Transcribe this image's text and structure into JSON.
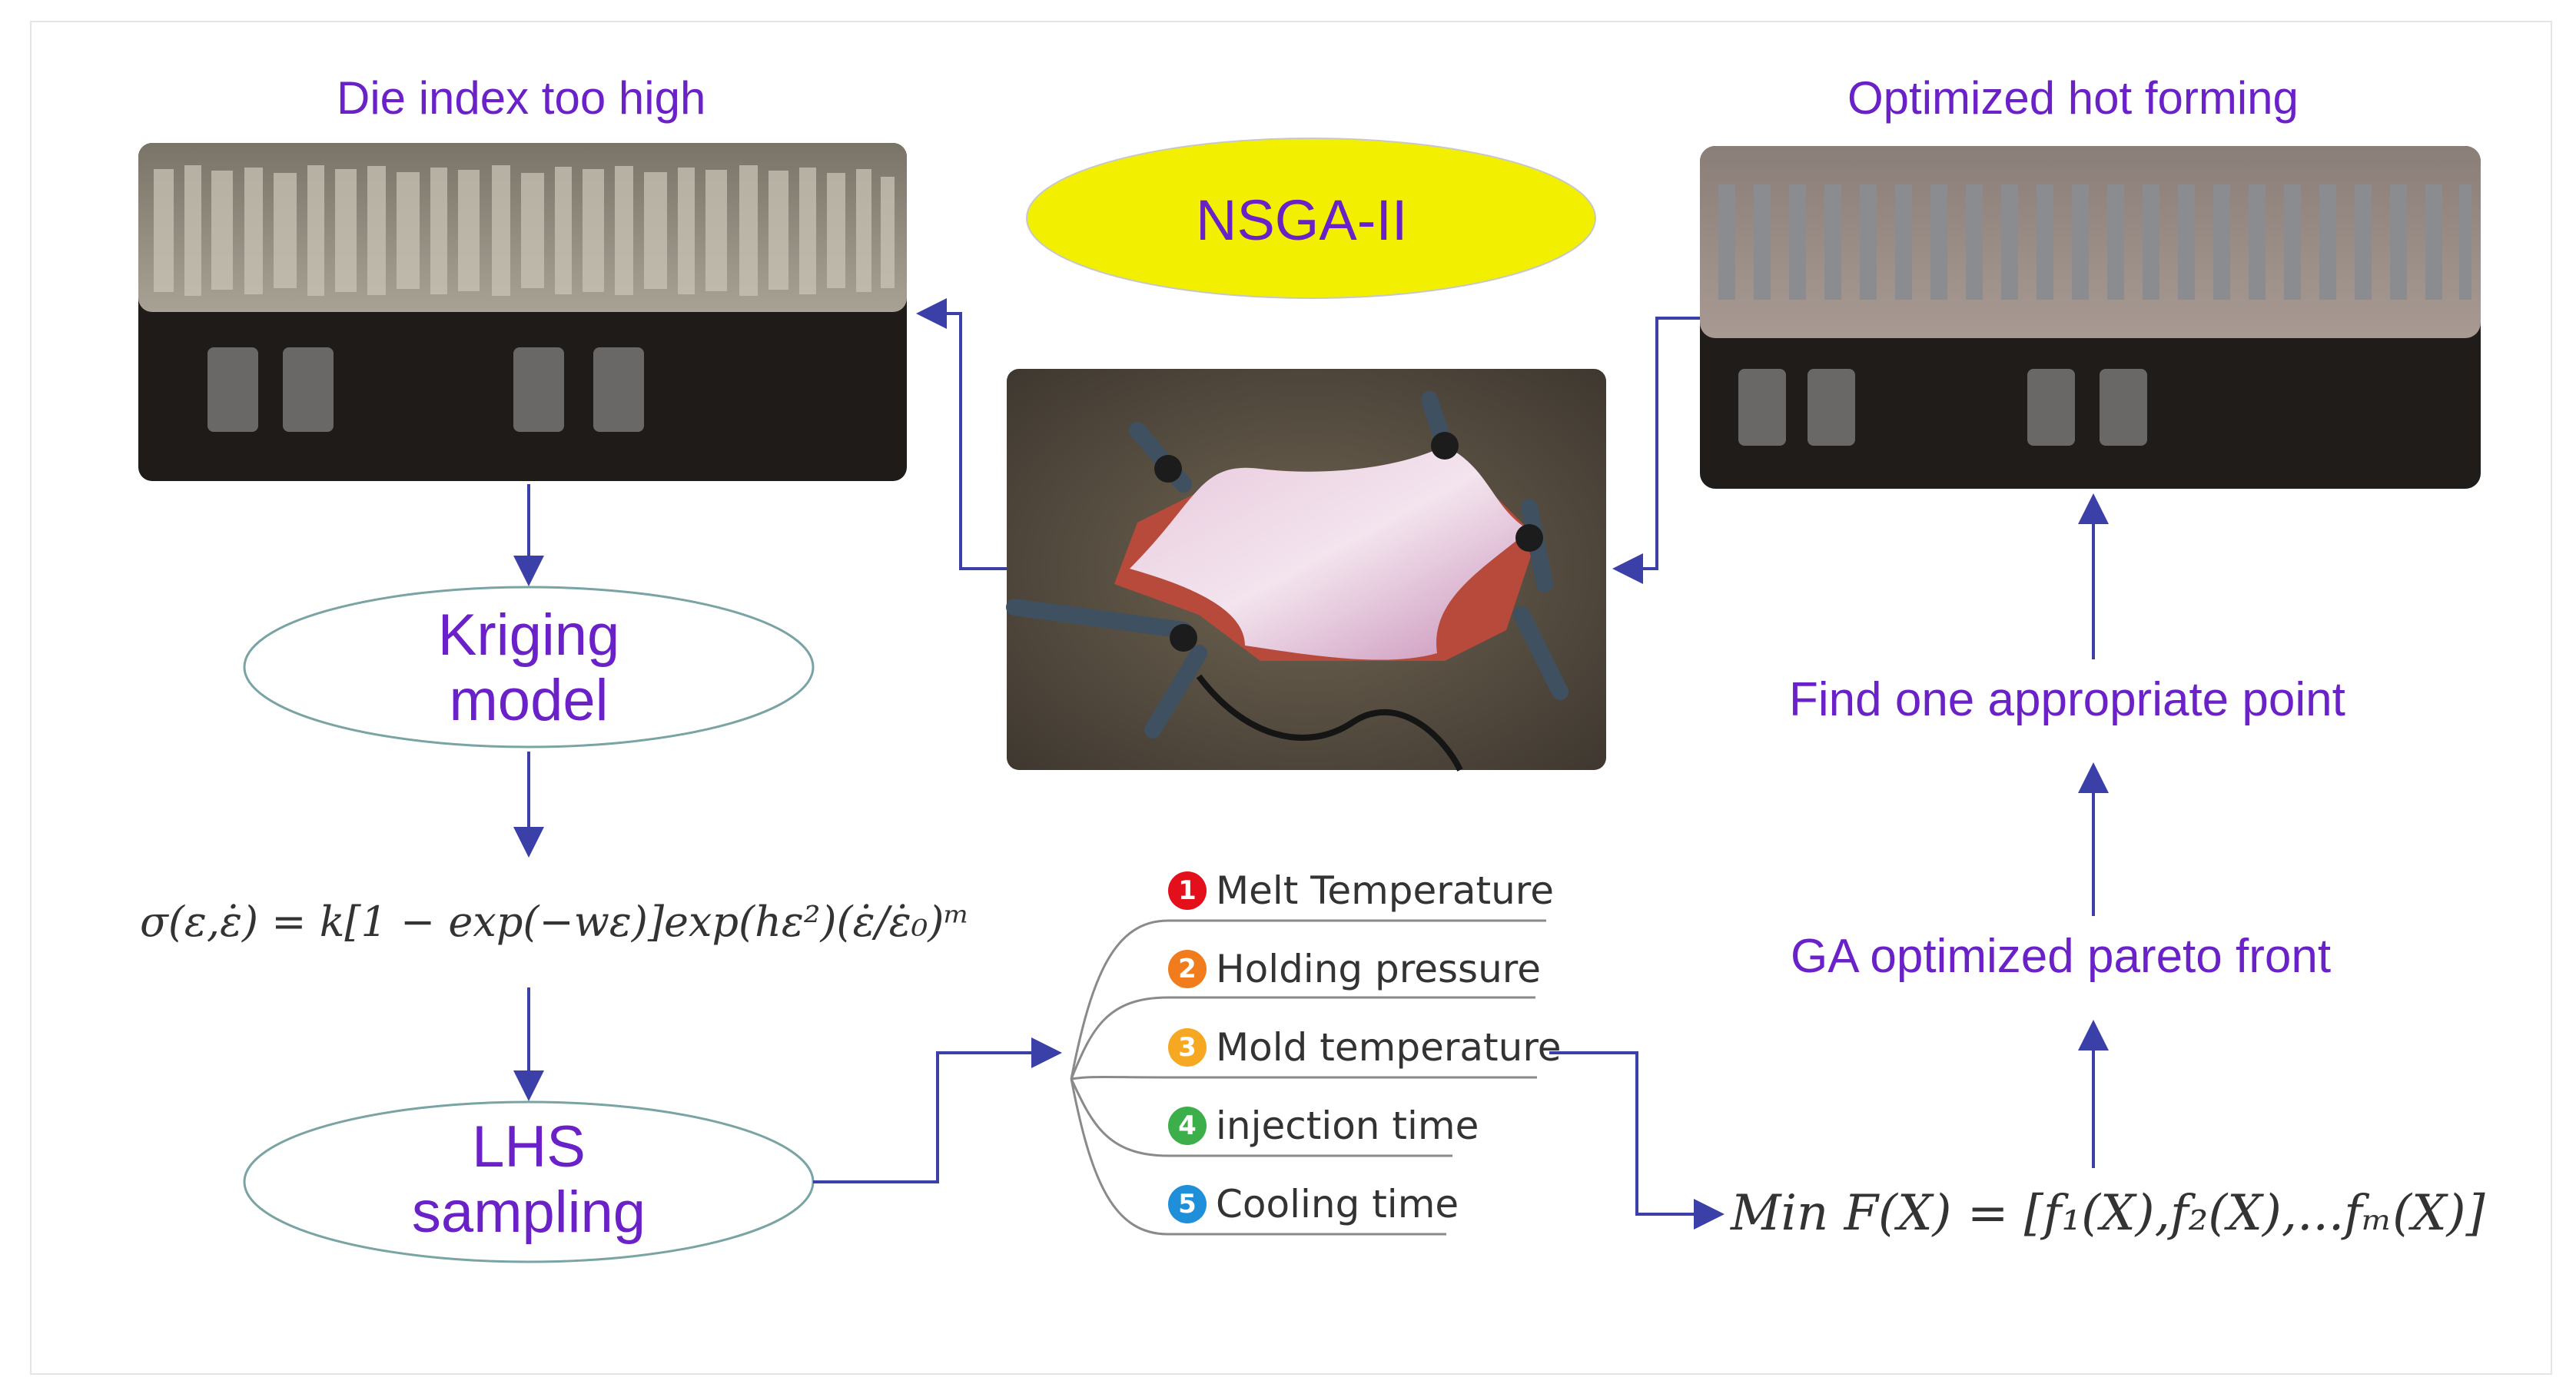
{
  "labels": {
    "die_index": "Die index too high",
    "optimized": "Optimized hot forming",
    "nsga": "NSGA-II",
    "kriging_line1": "Kriging",
    "kriging_line2": "model",
    "lhs_line1": "LHS",
    "lhs_line2": "sampling",
    "find_point": "Find one appropriate point",
    "ga_front": "GA optimized pareto front"
  },
  "formulas": {
    "material_model": "σ(ε,ε̇) = k[1 − exp(−wε)]exp(hε²)(ε̇/ε̇₀)ᵐ",
    "objective": "Min F(X) = [f₁(X),f₂(X),...fₘ(X)]"
  },
  "parameters": [
    {
      "num": "1",
      "label": "Melt Temperature",
      "color": "#e3101c"
    },
    {
      "num": "2",
      "label": "Holding pressure",
      "color": "#f07c1e"
    },
    {
      "num": "3",
      "label": "Mold temperature",
      "color": "#f6a822"
    },
    {
      "num": "4",
      "label": "injection time",
      "color": "#3cae4a"
    },
    {
      "num": "5",
      "label": "Cooling time",
      "color": "#1e8fd8"
    }
  ],
  "colors": {
    "accent_text": "#6b21c8",
    "arrow": "#3b3fa8",
    "nsga_fill": "#f2f000",
    "ellipse_stroke": "#7aa3a3"
  }
}
